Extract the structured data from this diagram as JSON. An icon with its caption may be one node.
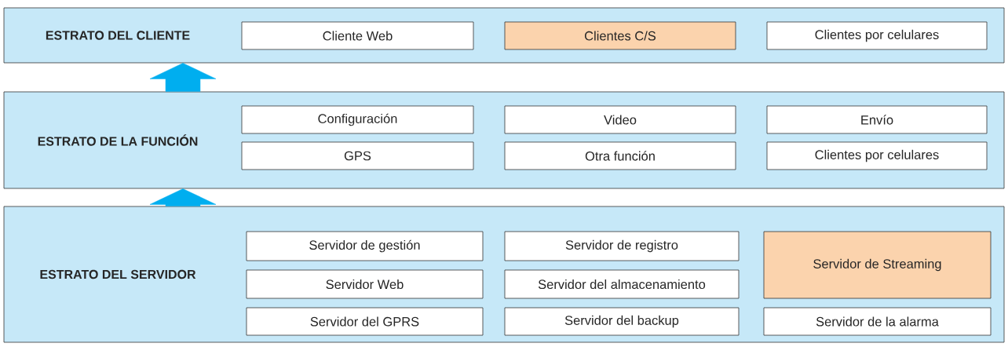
{
  "diagram": {
    "nodes": [
      {
        "text": [
          "ESTRATO DEL CLIENTE"
        ]
      },
      {
        "text": [
          "Cliente Web"
        ],
        "in": 0
      },
      {
        "text": [
          "Clientes C/S"
        ],
        "in": 0
      },
      {
        "text": [
          "Clientes por celulares"
        ],
        "in": 0
      },
      {
        "text": [
          "ESTRATO DE LA FUNCIÓN"
        ]
      },
      {
        "text": [
          "Configuración"
        ],
        "in": 4
      },
      {
        "text": [
          "Video"
        ],
        "in": 4
      },
      {
        "text": [
          "Envío"
        ],
        "in": 4
      },
      {
        "text": [
          "GPS"
        ],
        "in": 4
      },
      {
        "text": [
          "Otra función"
        ],
        "in": 4
      },
      {
        "text": [
          "Clientes por celulares"
        ],
        "in": 4
      },
      {
        "text": [
          "ESTRATO DEL SERVIDOR"
        ]
      },
      {
        "text": [
          "Servidor de gestión"
        ],
        "in": 11
      },
      {
        "text": [
          "Servidor de registro"
        ],
        "in": 11
      },
      {
        "text": [
          "Servidor de Streaming"
        ],
        "in": 11
      },
      {
        "text": [
          "Servidor Web"
        ],
        "in": 11
      },
      {
        "text": [
          "Servidor del almacenamiento"
        ],
        "in": 11
      },
      {
        "text": [
          "Servidor del GPRS"
        ],
        "in": 11
      },
      {
        "text": [
          "Servidor del backup"
        ],
        "in": 11
      },
      {
        "text": [
          "Servidor de la alarma"
        ],
        "in": 11
      }
    ],
    "edges": [
      {
        "from": 11,
        "to": 4,
        "arrow": "to"
      },
      {
        "from": 4,
        "to": 0,
        "arrow": "to"
      }
    ]
  }
}
